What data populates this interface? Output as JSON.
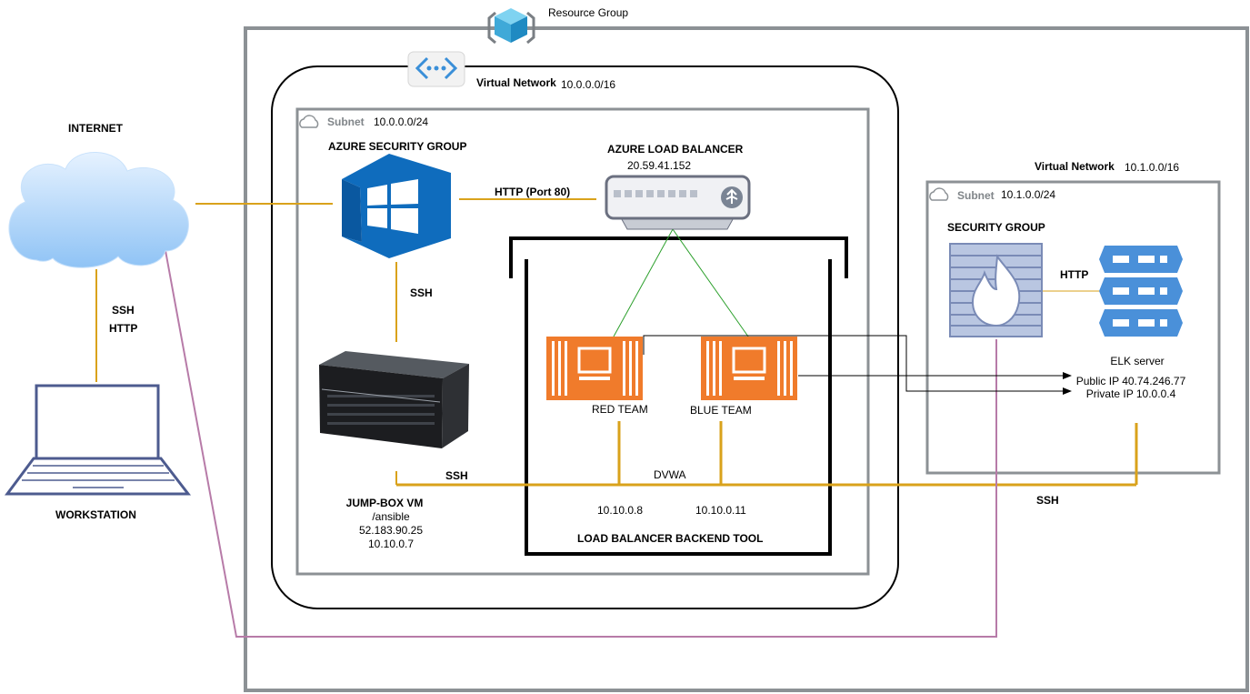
{
  "resource_group": {
    "label": "Resource Group"
  },
  "vnet1": {
    "label": "Virtual Network",
    "cidr": "10.0.0.0/16"
  },
  "subnet1": {
    "label": "Subnet",
    "cidr": "10.0.0.0/24"
  },
  "vnet2": {
    "label": "Virtual Network",
    "cidr": "10.1.0.0/16"
  },
  "subnet2": {
    "label": "Subnet",
    "cidr": "10.1.0.0/24"
  },
  "internet": {
    "label": "INTERNET"
  },
  "workstation": {
    "label": "WORKSTATION"
  },
  "azure_sg": {
    "label": "AZURE SECURITY GROUP"
  },
  "load_balancer": {
    "label": "AZURE LOAD BALANCER",
    "ip": "20.59.41.152"
  },
  "jumpbox": {
    "title": "JUMP-BOX VM",
    "sub": "/ansible",
    "public_ip": "52.183.90.25",
    "private_ip": "10.10.0.7"
  },
  "red_team": {
    "label": "RED TEAM",
    "ip": "10.10.0.8"
  },
  "blue_team": {
    "label": "BLUE TEAM",
    "ip": "10.10.0.11"
  },
  "backend": {
    "label": "LOAD BALANCER BACKEND TOOL"
  },
  "dvwa": {
    "label": "DVWA"
  },
  "elk_sg": {
    "label": "SECURITY GROUP"
  },
  "elk": {
    "label": "ELK server",
    "public_ip": "Public IP 40.74.246.77",
    "private_ip": "Private IP 10.0.0.4"
  },
  "links": {
    "http_port80": "HTTP (Port 80)",
    "ssh_sg_jump": "SSH",
    "ssh_inet": "SSH",
    "http_inet": "HTTP",
    "ssh_jump_bus": "SSH",
    "ssh_elk": "SSH",
    "http_elk": "HTTP"
  },
  "colors": {
    "accent_link": "#d9a21b",
    "ssh_purple": "#b77ba8",
    "green_link": "#2ca02c",
    "orange_vm": "#f07b2b",
    "azure_blue": "#0f6cbd",
    "grey_border": "#8c9195"
  },
  "icons": [
    "resource-group-icon",
    "virtual-network-icon",
    "subnet-cloud-icon",
    "internet-cloud-icon",
    "laptop-icon",
    "azure-devops-windows-icon",
    "load-balancer-icon",
    "server-icon",
    "vm-icon",
    "firewall-icon",
    "elk-server-icon"
  ]
}
